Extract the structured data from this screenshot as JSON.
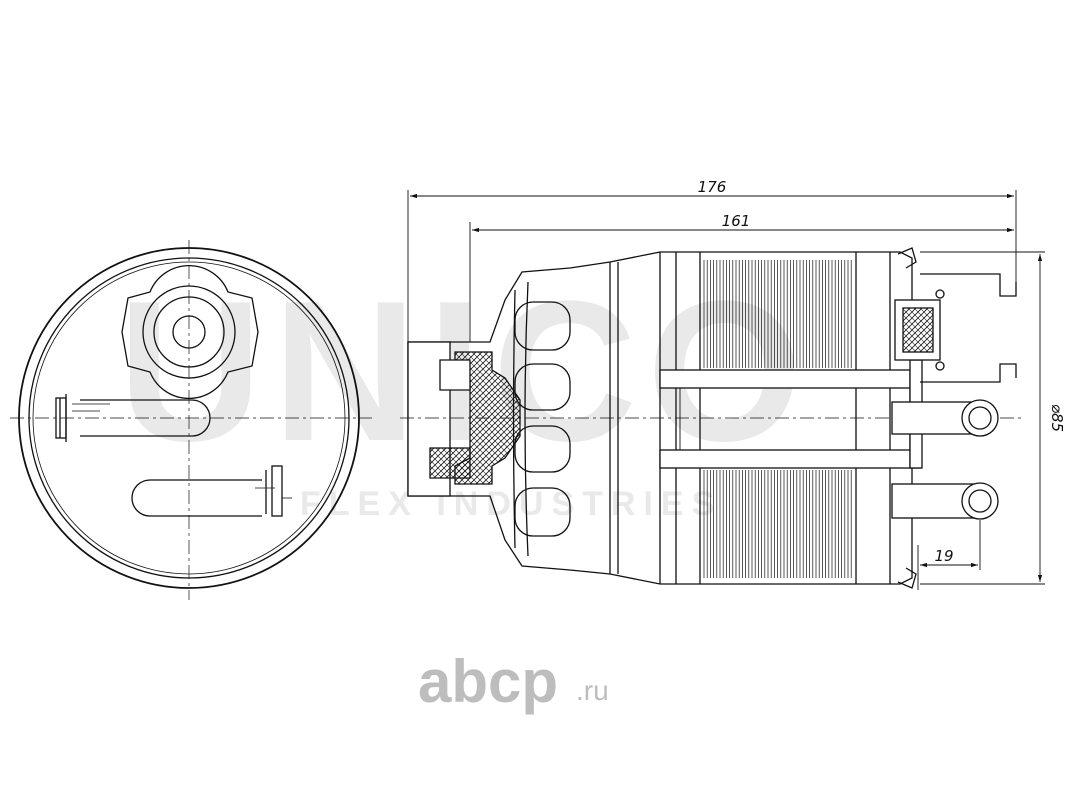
{
  "watermark": {
    "brand": "UNICO",
    "sub": "FLEX INDUSTRIES"
  },
  "dimensions": {
    "overall_length": "176",
    "body_length": "161",
    "diameter": "⌀85",
    "port_spacing": "19"
  },
  "logo": {
    "main": "abcp",
    "suffix": ".ru"
  },
  "colors": {
    "line": "#111111",
    "watermark": "#e9e9e9",
    "logo": "#bdbdbd"
  }
}
